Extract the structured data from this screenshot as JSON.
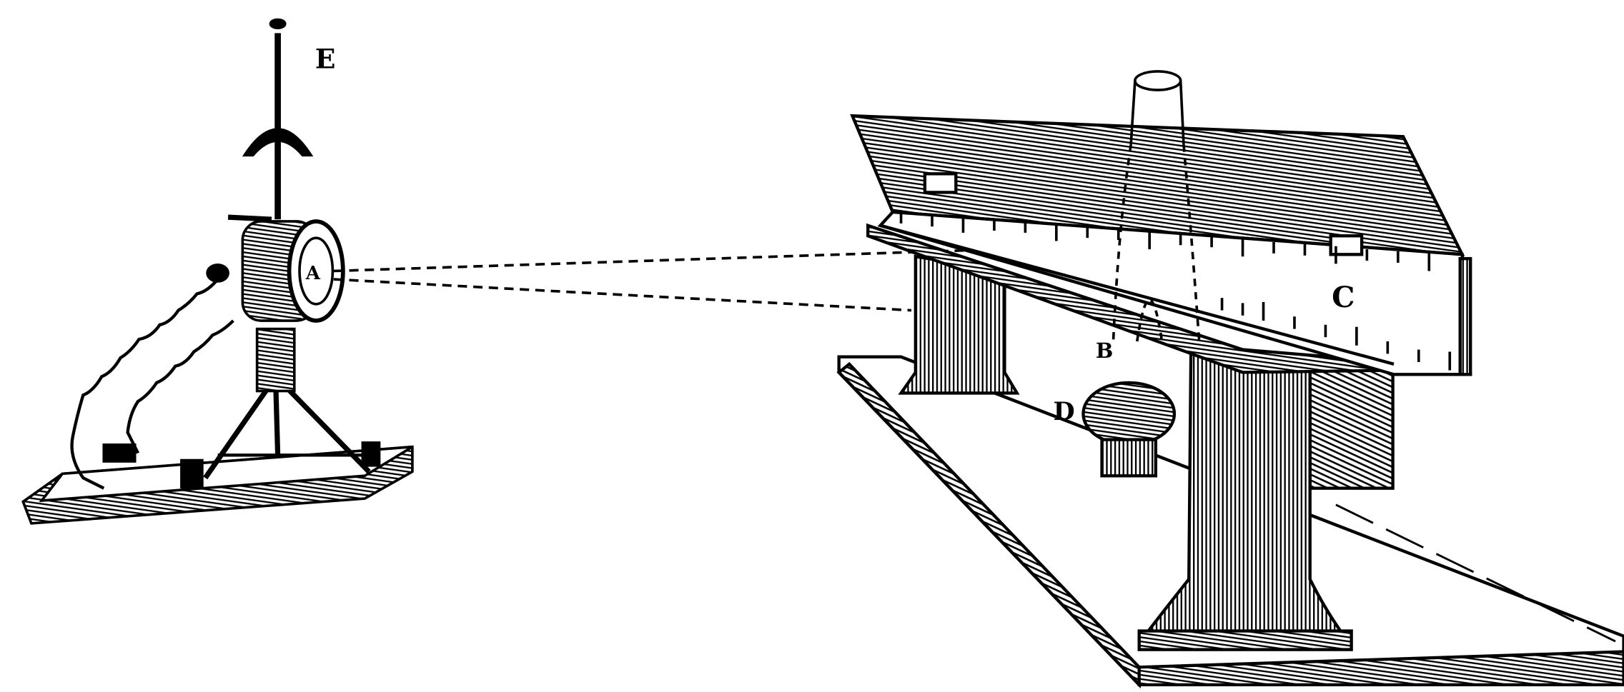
{
  "figure": {
    "labels": {
      "E": "E",
      "A": "A",
      "B": "B",
      "C": "C",
      "D": "D"
    },
    "ink_color": "#000000",
    "paper_color": "#ffffff"
  }
}
